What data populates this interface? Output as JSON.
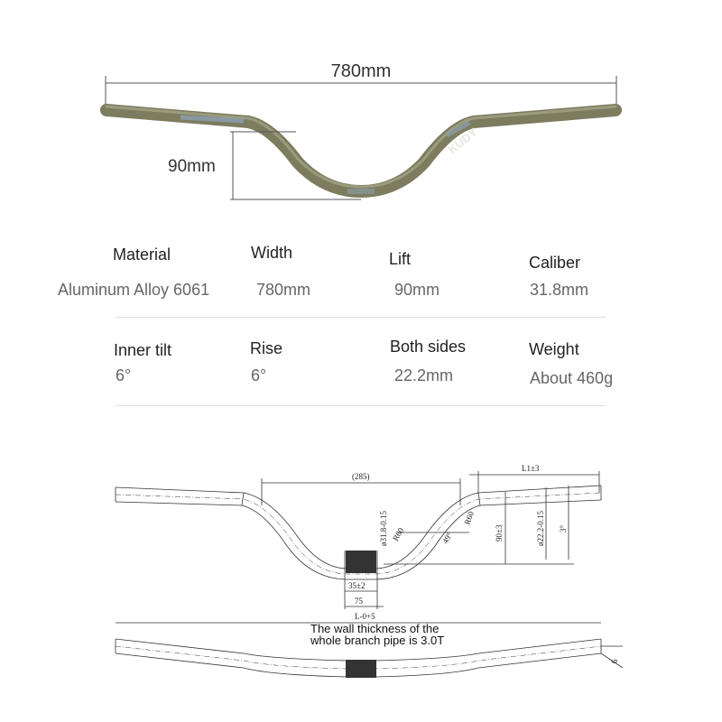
{
  "photo": {
    "width_label": "780mm",
    "lift_label": "90mm",
    "brand_text": "KUDY",
    "bar_color": "#7d7c5f",
    "highlight_color": "#8fa6c0"
  },
  "specs": {
    "row1": [
      {
        "label": "Material",
        "value": "Aluminum Alloy 6061"
      },
      {
        "label": "Width",
        "value": "780mm"
      },
      {
        "label": "Lift",
        "value": "90mm"
      },
      {
        "label": "Caliber",
        "value": "31.8mm"
      }
    ],
    "row2": [
      {
        "label": "Inner tilt",
        "value": "6°"
      },
      {
        "label": "Rise",
        "value": "6°"
      },
      {
        "label": "Both sides",
        "value": "22.2mm"
      },
      {
        "label": "Weight",
        "value": "About 460g"
      }
    ]
  },
  "drawing": {
    "span_285": "(285)",
    "l1": "L1±3",
    "clamp_dia": "ø31.8-0.15",
    "r_left": "R60",
    "r_right": "R60",
    "angle": "49°",
    "rise_dim": "90±3",
    "end_dia": "ø22.2-0.15",
    "end_angle": "3°",
    "knurl_len": "35±2",
    "center_len": "75",
    "total_len": "L-0+5",
    "side_angle": "6",
    "wall_note": "The wall thickness of the whole branch pipe is 3.0T"
  }
}
